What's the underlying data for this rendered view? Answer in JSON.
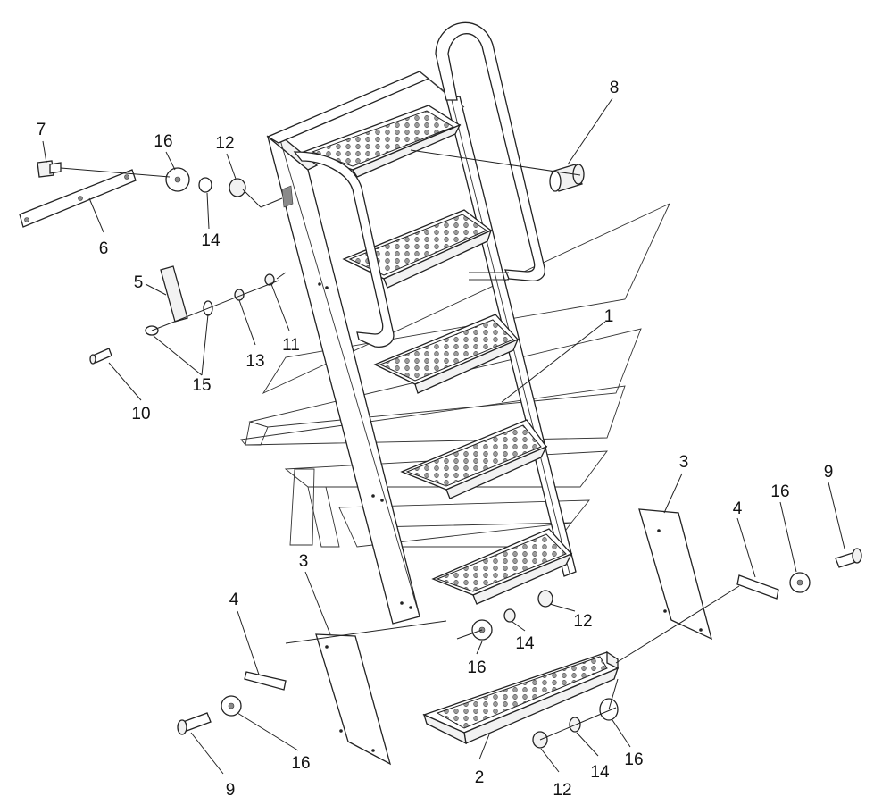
{
  "callouts": [
    {
      "id": "c7",
      "text": "7",
      "part": "bolt"
    },
    {
      "id": "c16a",
      "text": "16",
      "part": "washer"
    },
    {
      "id": "c12a",
      "text": "12",
      "part": "nut"
    },
    {
      "id": "c14a",
      "text": "14",
      "part": "lock-washer"
    },
    {
      "id": "c6",
      "text": "6",
      "part": "mounting-strip"
    },
    {
      "id": "c5",
      "text": "5",
      "part": "bracket-plate"
    },
    {
      "id": "c13",
      "text": "13",
      "part": "lock-washer"
    },
    {
      "id": "c11",
      "text": "11",
      "part": "nut"
    },
    {
      "id": "c15",
      "text": "15",
      "part": "washer"
    },
    {
      "id": "c10",
      "text": "10",
      "part": "bolt"
    },
    {
      "id": "c8",
      "text": "8",
      "part": "bushing"
    },
    {
      "id": "c1",
      "text": "1",
      "part": "ladder-assembly"
    },
    {
      "id": "c3a",
      "text": "3",
      "part": "side-plate"
    },
    {
      "id": "c4a",
      "text": "4",
      "part": "strip"
    },
    {
      "id": "c16b",
      "text": "16",
      "part": "washer"
    },
    {
      "id": "c9a",
      "text": "9",
      "part": "bolt"
    },
    {
      "id": "c3b",
      "text": "3",
      "part": "side-plate"
    },
    {
      "id": "c4b",
      "text": "4",
      "part": "strip"
    },
    {
      "id": "c16c",
      "text": "16",
      "part": "washer"
    },
    {
      "id": "c9b",
      "text": "9",
      "part": "bolt"
    },
    {
      "id": "c12b",
      "text": "12",
      "part": "nut"
    },
    {
      "id": "c14b",
      "text": "14",
      "part": "lock-washer"
    },
    {
      "id": "c16d",
      "text": "16",
      "part": "washer"
    },
    {
      "id": "c2",
      "text": "2",
      "part": "lower-step"
    },
    {
      "id": "c12c",
      "text": "12",
      "part": "nut"
    },
    {
      "id": "c14c",
      "text": "14",
      "part": "lock-washer"
    },
    {
      "id": "c16e",
      "text": "16",
      "part": "washer"
    }
  ]
}
